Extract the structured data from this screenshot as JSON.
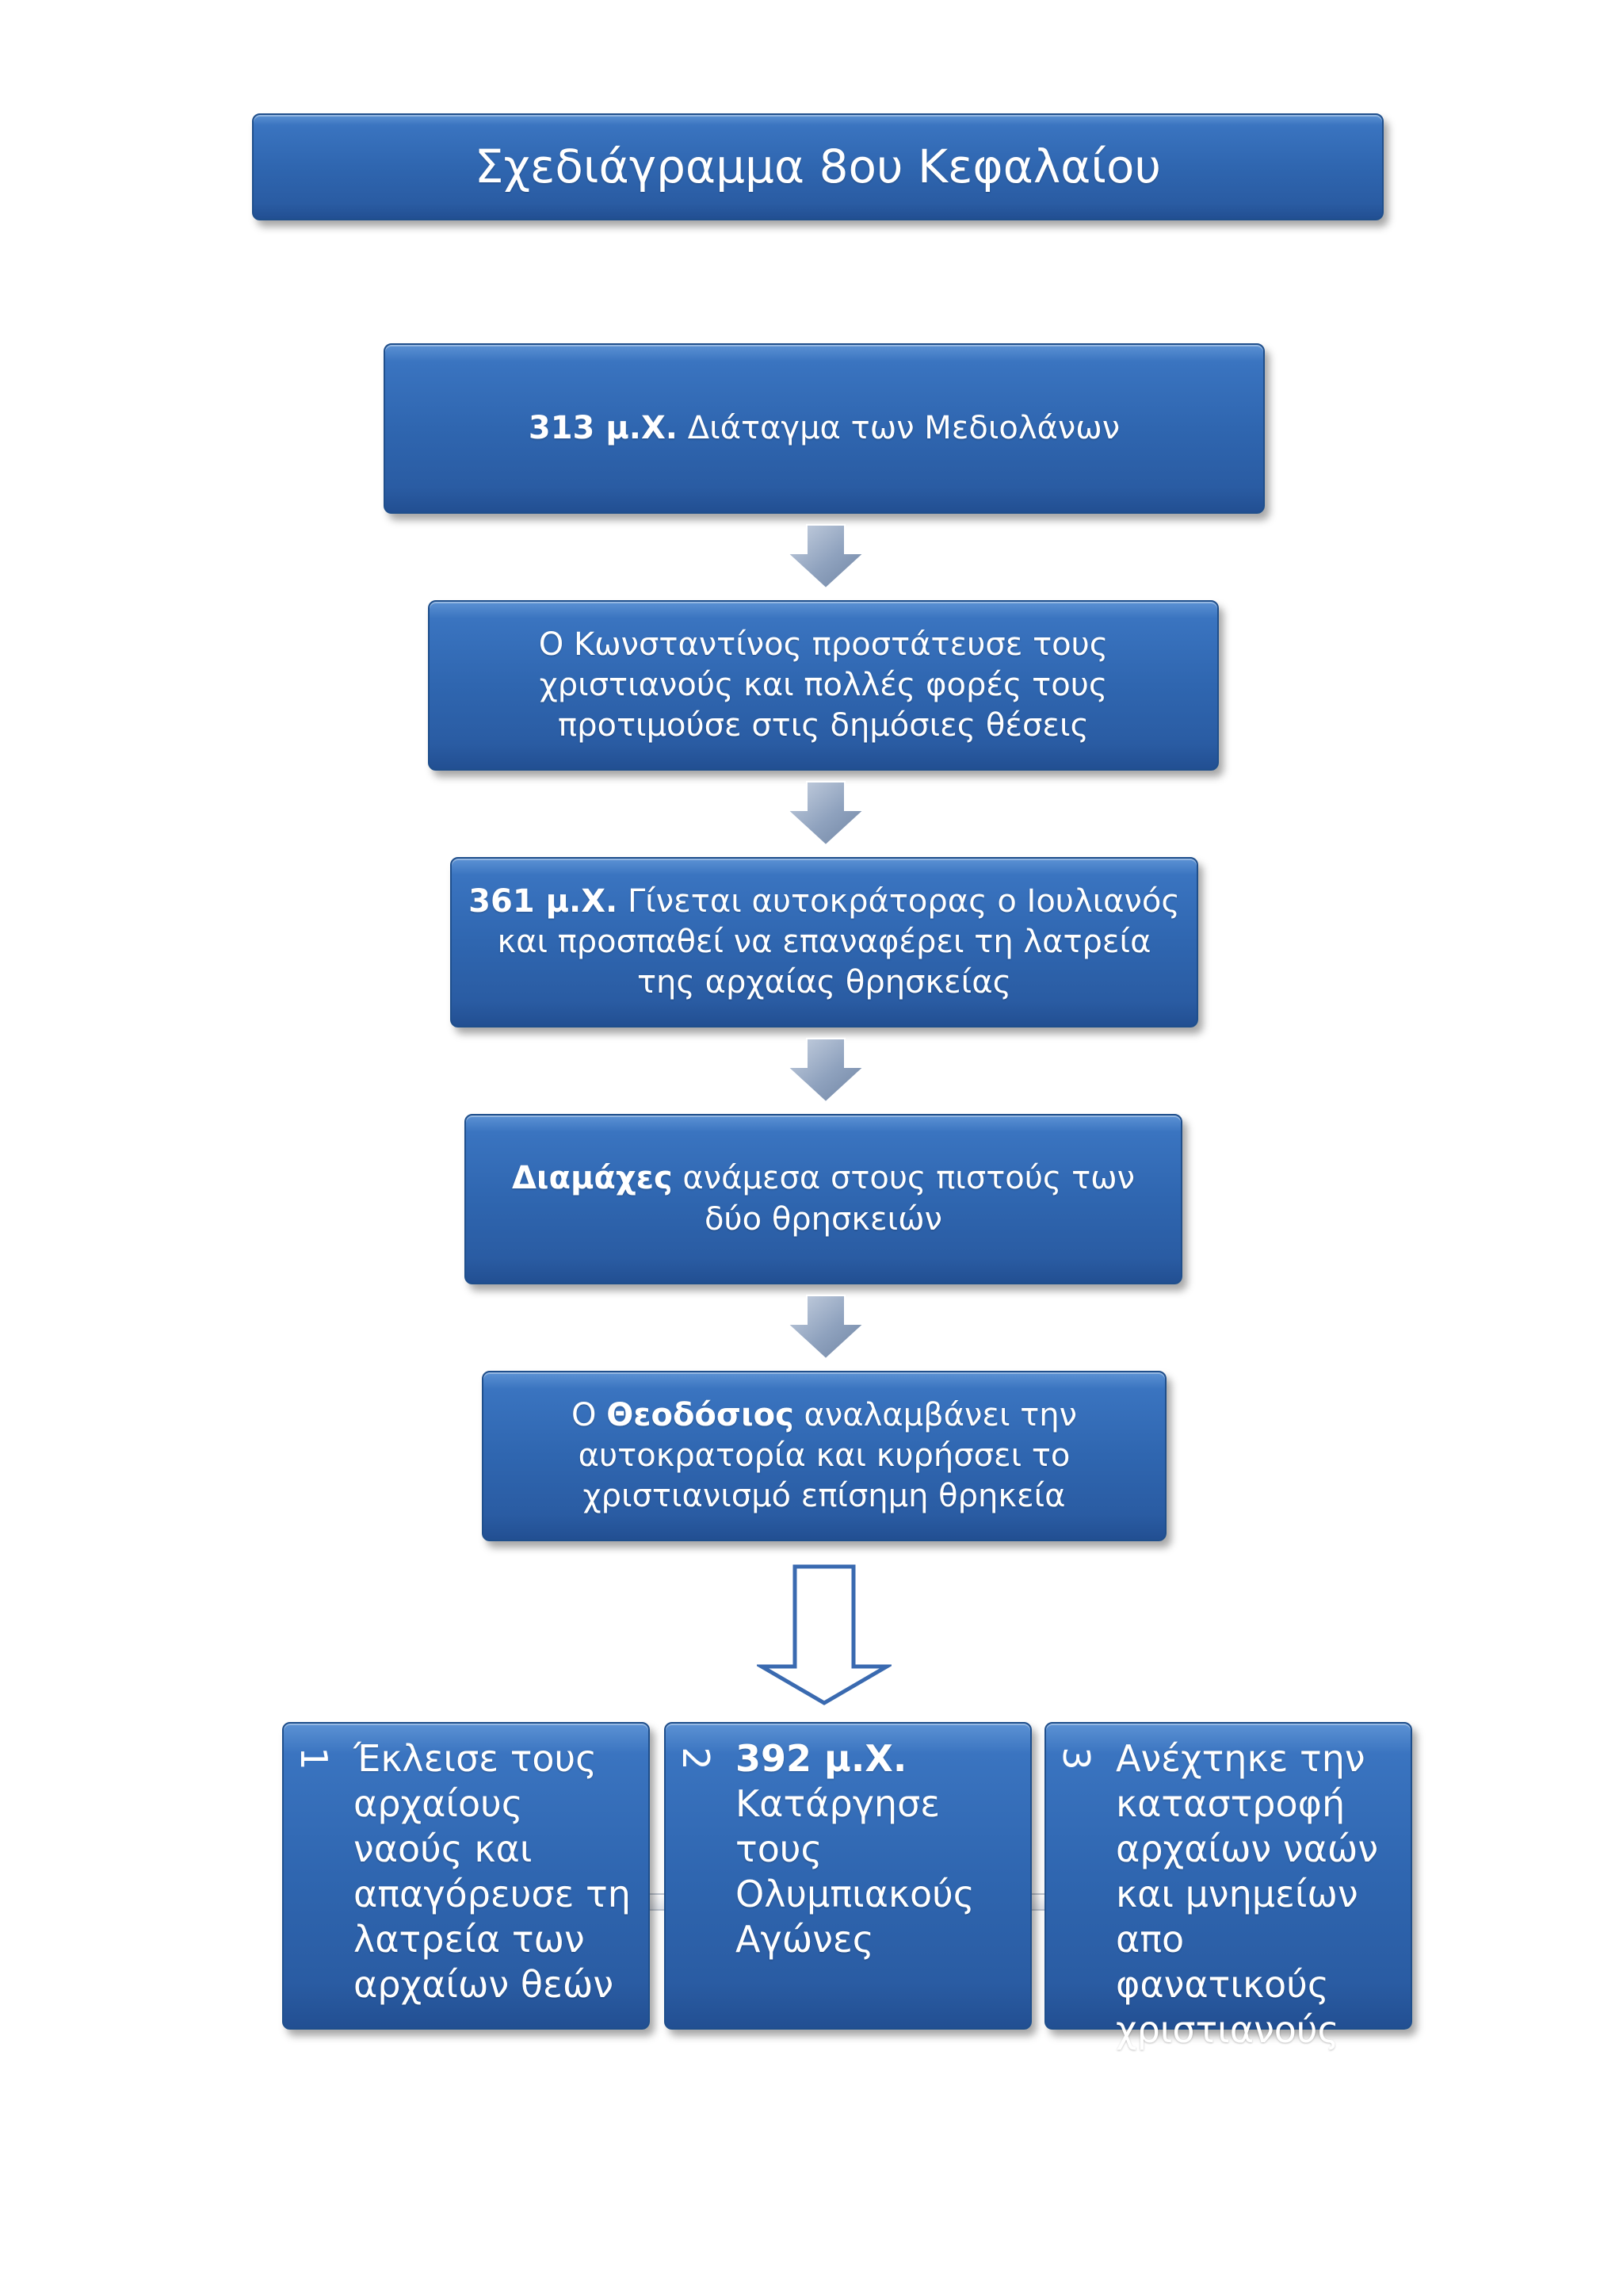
{
  "title": "Σχεδιάγραμμα 8ου Κεφαλαίου",
  "steps": [
    {
      "bold": "313 μ.Χ.",
      "text": " Διάταγμα των Μεδιολάνων"
    },
    {
      "text": "Ο Κωνσταντίνος προστάτευσε τους χριστιανούς και πολλές φορές τους προτιμούσε στις δημόσιες θέσεις"
    },
    {
      "bold": "361 μ.Χ.",
      "text": "  Γίνεται αυτοκράτορας ο Ιουλιανός και προσπαθεί να επαναφέρει τη λατρεία της αρχαίας θρησκείας"
    },
    {
      "bold": "Διαμάχες",
      "text": " ανάμεσα στους πιστούς των δύο θρησκειών"
    },
    {
      "pre": "Ο ",
      "bold": "Θεοδόσιος",
      "text": " αναλαμβάνει την αυτοκρατορία και κυρήσσει το χριστιανισμό επίσημη θρηκεία"
    }
  ],
  "results": [
    {
      "num": "1",
      "text": "Έκλεισε τους αρχαίους ναούς και απαγόρευσε τη λατρεία των αρχαίων θεών"
    },
    {
      "num": "2",
      "bold": "392 μ.Χ.",
      "text": "Κατάργησε τους Ολυμπιακούς Αγώνες"
    },
    {
      "num": "3",
      "text": "Ανέχτηκε την καταστροφή αρχαίων ναών και μνημείων απο φανατικούς χριστιανούς"
    }
  ],
  "colors": {
    "box": "#2f66b0",
    "arrow": "#8fa2be",
    "outline_arrow": "#3a6ab0"
  }
}
